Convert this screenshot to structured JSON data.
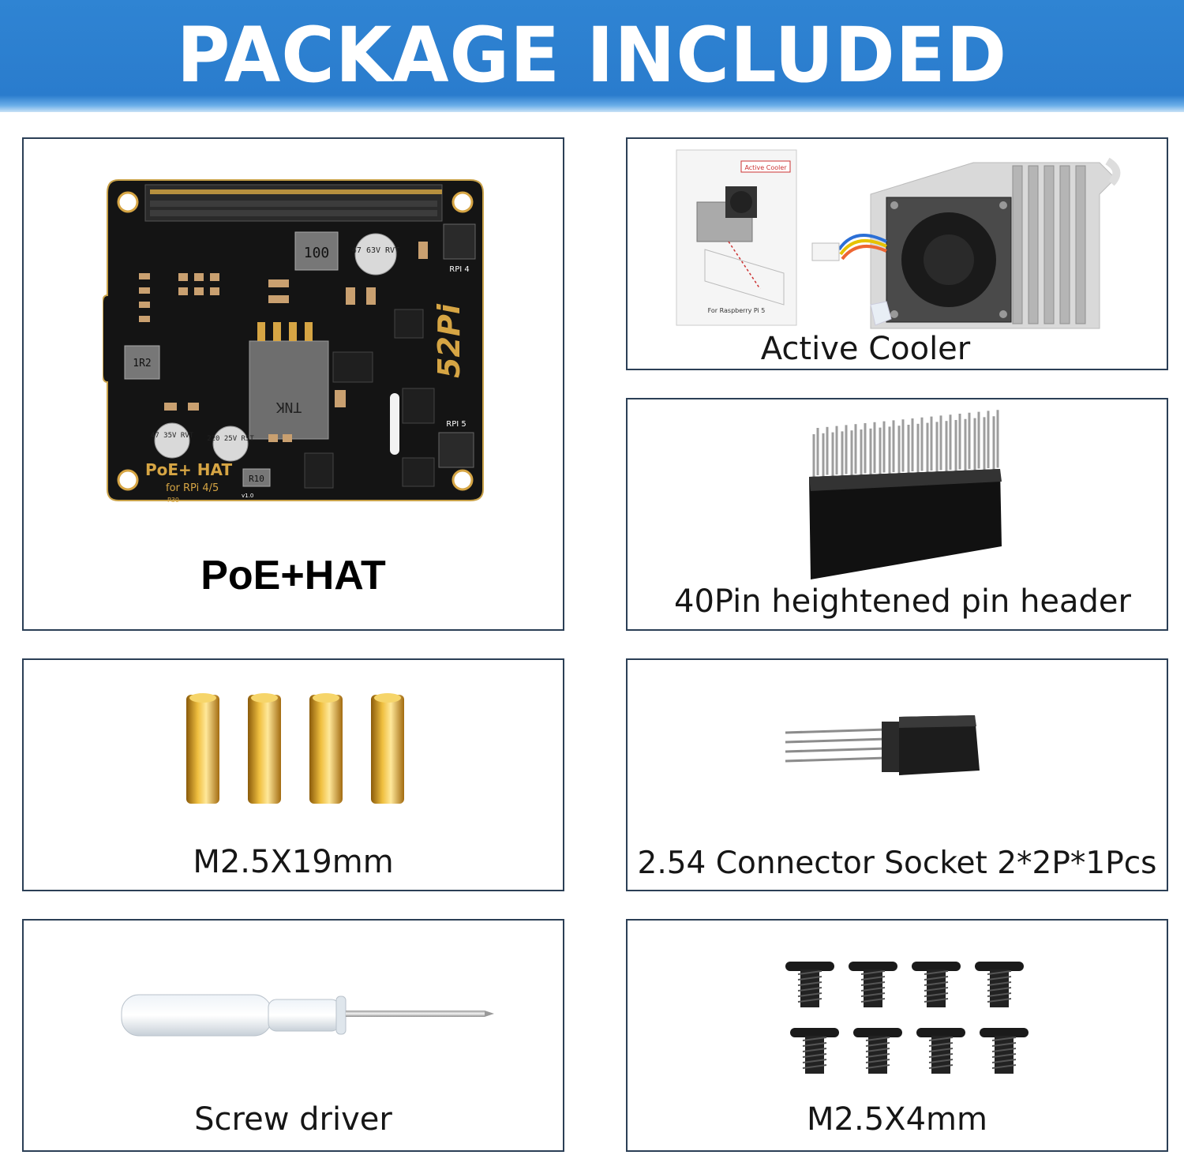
{
  "banner": {
    "title": "PACKAGE INCLUDED"
  },
  "items": {
    "poe_hat": {
      "label": "PoE+HAT",
      "silkscreen": {
        "brand": "52Pi",
        "title": "PoE+ HAT",
        "subtitle": "for RPi 4/5",
        "rpi4": "RPI 4",
        "rpi5": "RPI 5",
        "inductor_100": "100",
        "inductor_1r2": "1R2",
        "cap_top": "47 63V RVT",
        "cap_left": "47 35V RVT",
        "cap_mid": "220 25V RST",
        "transformer": "TNK",
        "r10": "R10",
        "p30": "P30",
        "version": "v1.0"
      }
    },
    "active_cooler": {
      "label": "Active Cooler",
      "box_tag": "Active Cooler",
      "box_footer": "For Raspberry Pi 5"
    },
    "pin_header": {
      "label": "40Pin heightened pin header"
    },
    "standoffs": {
      "label": "M2.5X19mm"
    },
    "connector": {
      "label": "2.54 Connector Socket 2*2P*1Pcs"
    },
    "screwdriver": {
      "label": "Screw driver"
    },
    "screws": {
      "label": "M2.5X4mm"
    }
  },
  "colors": {
    "banner_blue": "#2f84d3",
    "card_border": "#2b3f56",
    "pcb_black": "#141414",
    "gold": "#d6a544"
  }
}
